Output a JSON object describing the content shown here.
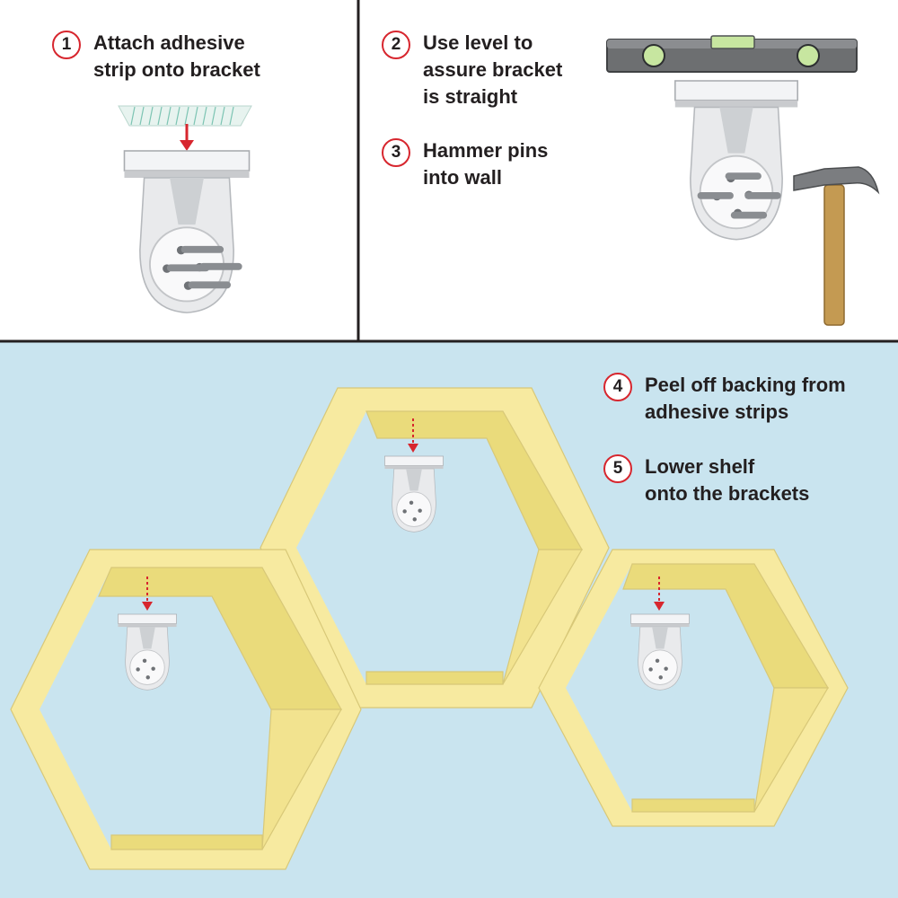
{
  "colors": {
    "accent_red": "#d7262e",
    "wall_blue": "#c9e4ef",
    "shelf_yellow": "#f7eaa0",
    "divider": "#231f20"
  },
  "steps": [
    {
      "number": "1",
      "text": "Attach adhesive\nstrip onto bracket"
    },
    {
      "number": "2",
      "text": "Use level to\nassure bracket\nis straight"
    },
    {
      "number": "3",
      "text": "Hammer pins\ninto wall"
    },
    {
      "number": "4",
      "text": "Peel off backing from\nadhesive strips"
    },
    {
      "number": "5",
      "text": "Lower shelf\nonto the brackets"
    }
  ],
  "illustrations": {
    "panel1": [
      "adhesive-strip",
      "arrow-down",
      "bracket"
    ],
    "panel2": [
      "level",
      "bracket",
      "hammer"
    ],
    "panel3": [
      "hexagon-shelf",
      "hexagon-shelf",
      "hexagon-shelf",
      "bracket",
      "bracket",
      "bracket"
    ]
  }
}
